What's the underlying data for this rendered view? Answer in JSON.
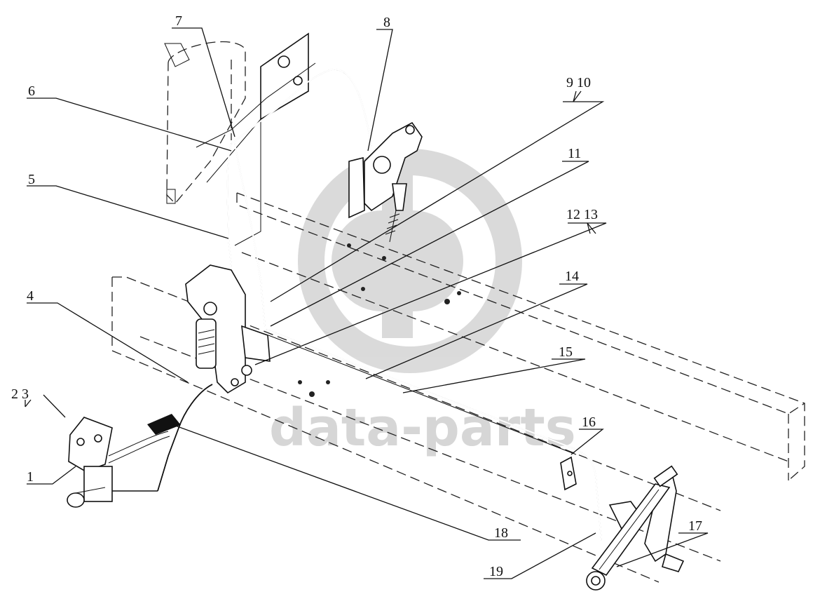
{
  "diagram": {
    "callouts": [
      {
        "id": "c1",
        "text": "1"
      },
      {
        "id": "c23",
        "text": "2 3"
      },
      {
        "id": "c4",
        "text": "4"
      },
      {
        "id": "c5",
        "text": "5"
      },
      {
        "id": "c6",
        "text": "6"
      },
      {
        "id": "c7",
        "text": "7"
      },
      {
        "id": "c8",
        "text": "8"
      },
      {
        "id": "c910",
        "text": "9 10"
      },
      {
        "id": "c11",
        "text": "11"
      },
      {
        "id": "c1213",
        "text": "12 13"
      },
      {
        "id": "c14",
        "text": "14"
      },
      {
        "id": "c15",
        "text": "15"
      },
      {
        "id": "c16",
        "text": "16"
      },
      {
        "id": "c17",
        "text": "17"
      },
      {
        "id": "c18",
        "text": "18"
      },
      {
        "id": "c19",
        "text": "19"
      }
    ],
    "watermark": {
      "text": "data-parts",
      "logo": "dp-logo-icon",
      "color": "#c9c9c9"
    }
  }
}
